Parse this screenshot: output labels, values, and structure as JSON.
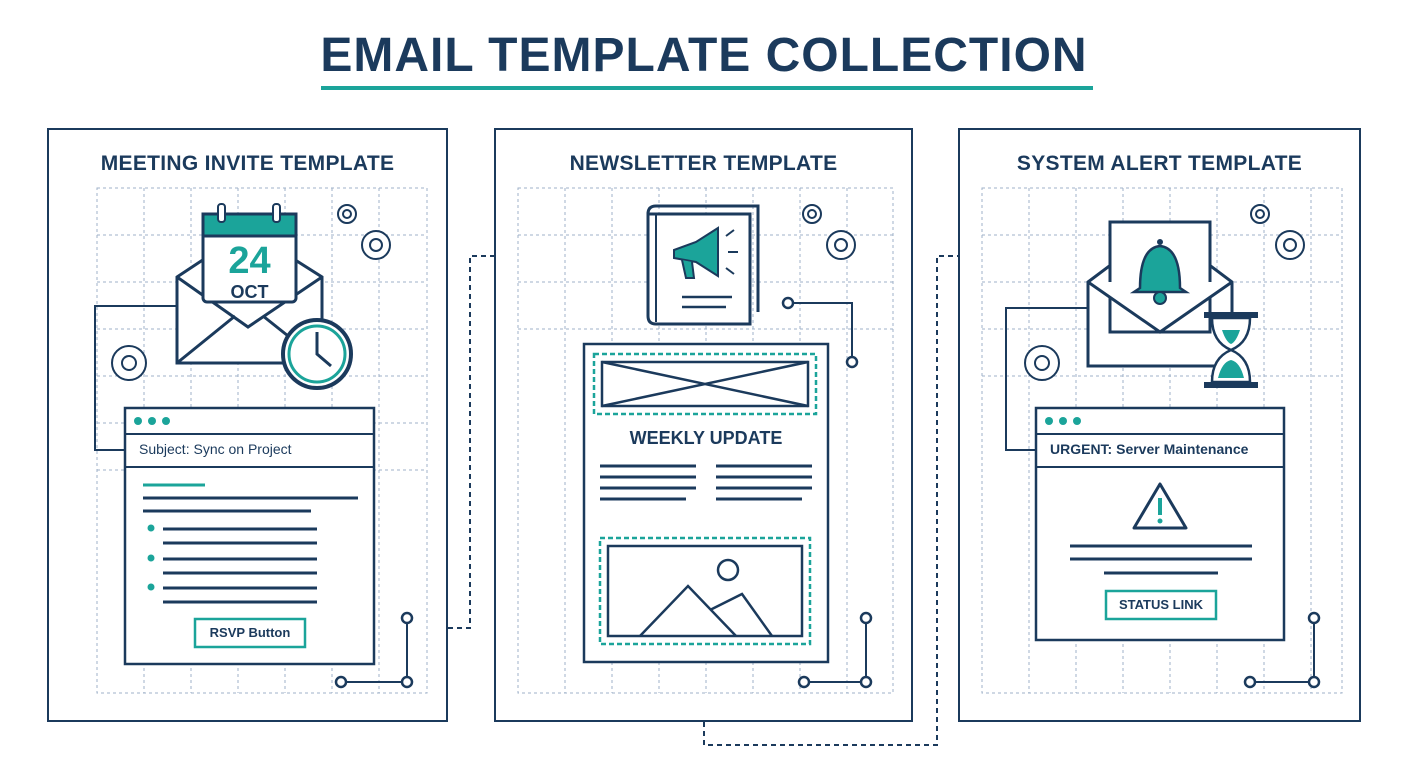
{
  "header": {
    "title": "EMAIL TEMPLATE COLLECTION"
  },
  "colors": {
    "navy": "#1b3a5c",
    "teal": "#1ba49a",
    "grid": "#9fb2c8"
  },
  "panels": [
    {
      "title": "MEETING INVITE TEMPLATE",
      "calendar": {
        "day": "24",
        "month": "OCT"
      },
      "subject": "Subject: Sync on Project",
      "button": "RSVP Button",
      "icons": [
        "calendar-icon",
        "envelope-icon",
        "clock-icon",
        "gear-icon"
      ]
    },
    {
      "title": "NEWSLETTER TEMPLATE",
      "heading": "WEEKLY UPDATE",
      "icons": [
        "megaphone-icon",
        "book-icon",
        "image-placeholder-icon",
        "gear-icon"
      ]
    },
    {
      "title": "SYSTEM ALERT TEMPLATE",
      "subject": "URGENT: Server Maintenance",
      "button": "STATUS LINK",
      "icons": [
        "bell-icon",
        "envelope-icon",
        "hourglass-icon",
        "warning-icon",
        "gear-icon"
      ]
    }
  ]
}
